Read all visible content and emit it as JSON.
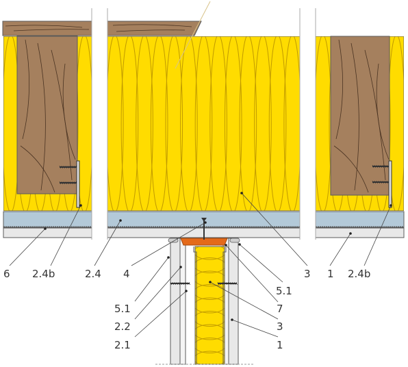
{
  "colors": {
    "insulation_fill": "#ffdc00",
    "insulation_line": "#c09a00",
    "timber": "#a5805e",
    "timber_grain": "#4a3322",
    "membrane": "#b3c9d8",
    "board": "#e8e8e8",
    "cap": "#e46a1a",
    "outline": "#5a5a5a",
    "leader": "#444444",
    "label_text": "#333333"
  },
  "icons": [
    "screw-icon",
    "staple-icon"
  ],
  "labels": {
    "l6": "6",
    "l2_4b_left": "2.4b",
    "l2_4": "2.4",
    "l4": "4",
    "l3_top": "3",
    "l1_top": "1",
    "l2_4b_right": "2.4b",
    "l5_1_right": "5.1",
    "l7": "7",
    "l3_bottom": "3",
    "l1_bottom": "1",
    "l5_1_left": "5.1",
    "l2_2": "2.2",
    "l2_1": "2.1"
  }
}
